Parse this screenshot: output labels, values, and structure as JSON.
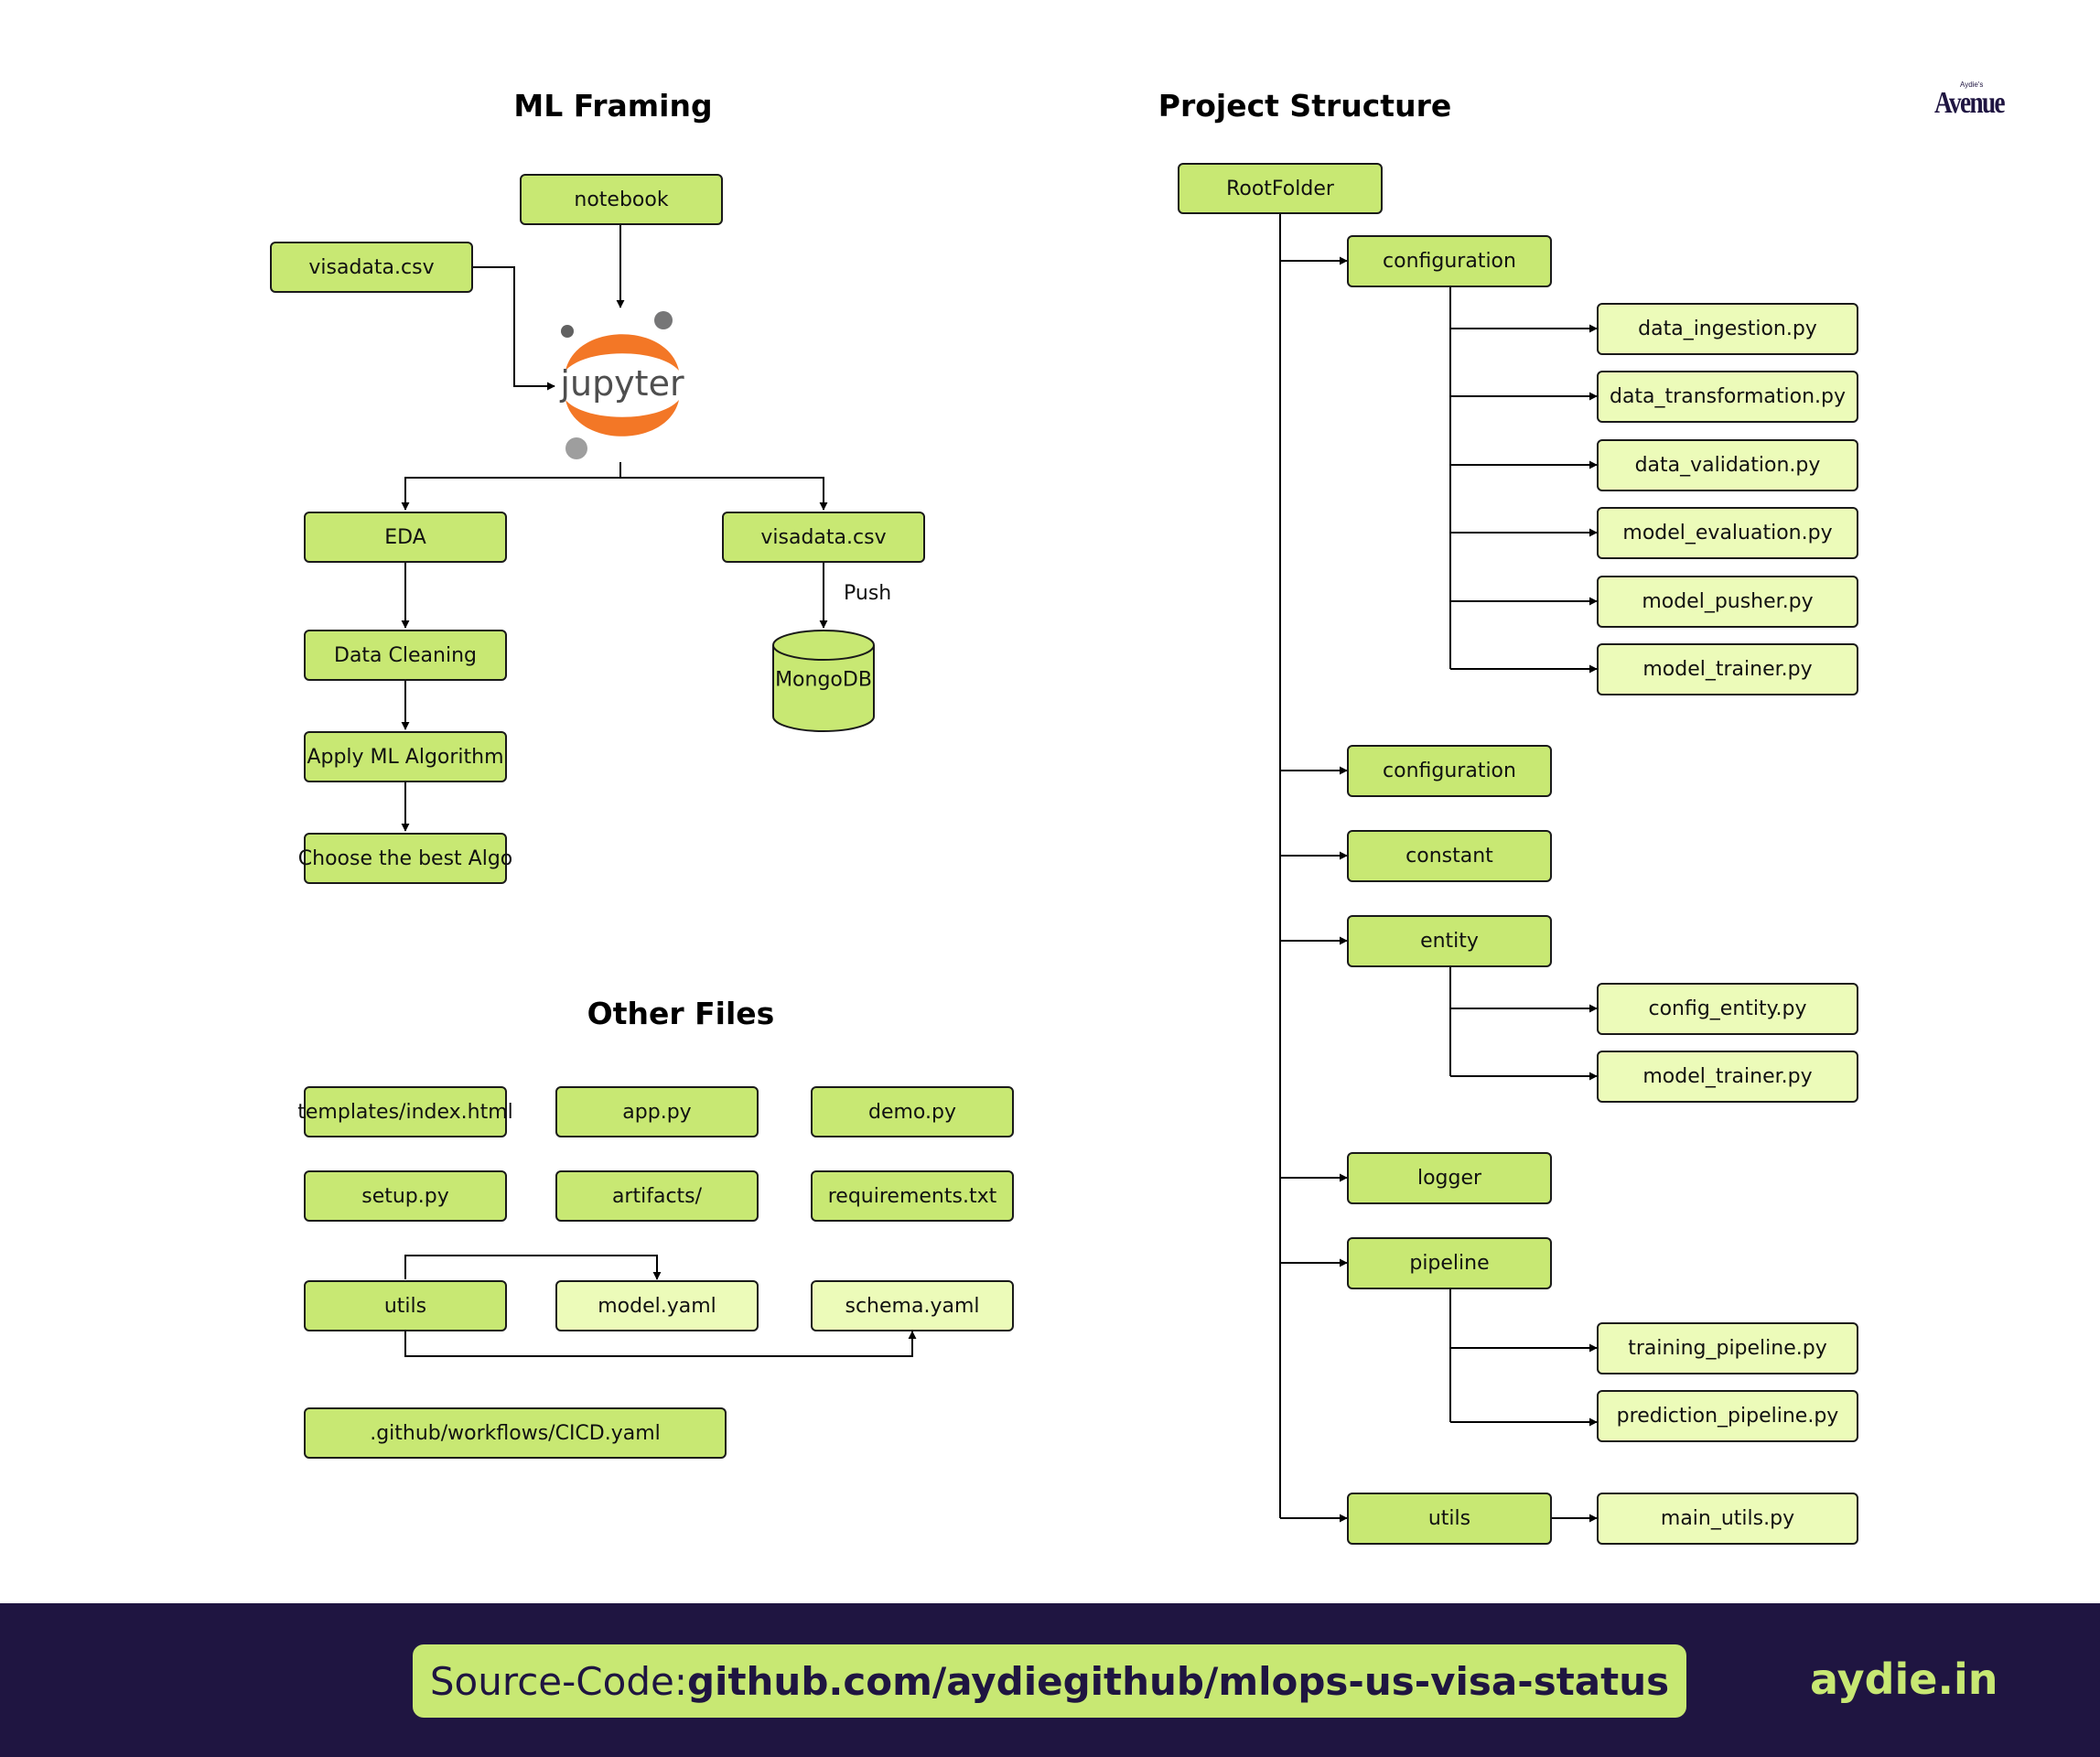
{
  "headings": {
    "ml_framing": "ML Framing",
    "project_structure": "Project Structure",
    "other_files": "Other Files"
  },
  "brand": {
    "small_text": "Aydie's",
    "name": "Avenue"
  },
  "ml_framing": {
    "notebook": "notebook",
    "input_csv": "visadata.csv",
    "tool": "jupyter",
    "eda": "EDA",
    "data_cleaning": "Data Cleaning",
    "apply_ml": "Apply ML Algorithm",
    "choose_best": "Choose the best Algo",
    "output_csv": "visadata.csv",
    "push_label": "Push",
    "database": "MongoDB"
  },
  "project_structure": {
    "root": "RootFolder",
    "configuration_1": "configuration",
    "configuration_files": [
      "data_ingestion.py",
      "data_transformation.py",
      "data_validation.py",
      "model_evaluation.py",
      "model_pusher.py",
      "model_trainer.py"
    ],
    "configuration_2": "configuration",
    "constant": "constant",
    "entity": "entity",
    "entity_files": [
      "config_entity.py",
      "model_trainer.py"
    ],
    "logger": "logger",
    "pipeline": "pipeline",
    "pipeline_files": [
      "training_pipeline.py",
      "prediction_pipeline.py"
    ],
    "utils": "utils",
    "utils_files": [
      "main_utils.py"
    ]
  },
  "other_files": {
    "templates": "templates/index.html",
    "app": "app.py",
    "demo": "demo.py",
    "setup": "setup.py",
    "artifacts": "artifacts/",
    "requirements": "requirements.txt",
    "utils": "utils",
    "model_yaml": "model.yaml",
    "schema_yaml": "schema.yaml",
    "cicd": ".github/workflows/CICD.yaml"
  },
  "footer": {
    "source_prefix": "Source-Code: ",
    "source_url": "github.com/aydiegithub/mlops-us-visa-status",
    "site": "aydie.in"
  },
  "colors": {
    "node_green": "#c8e873",
    "node_light": "#ecfbb9",
    "footer_bg": "#1f1541",
    "jupyter_orange": "#f37726"
  }
}
